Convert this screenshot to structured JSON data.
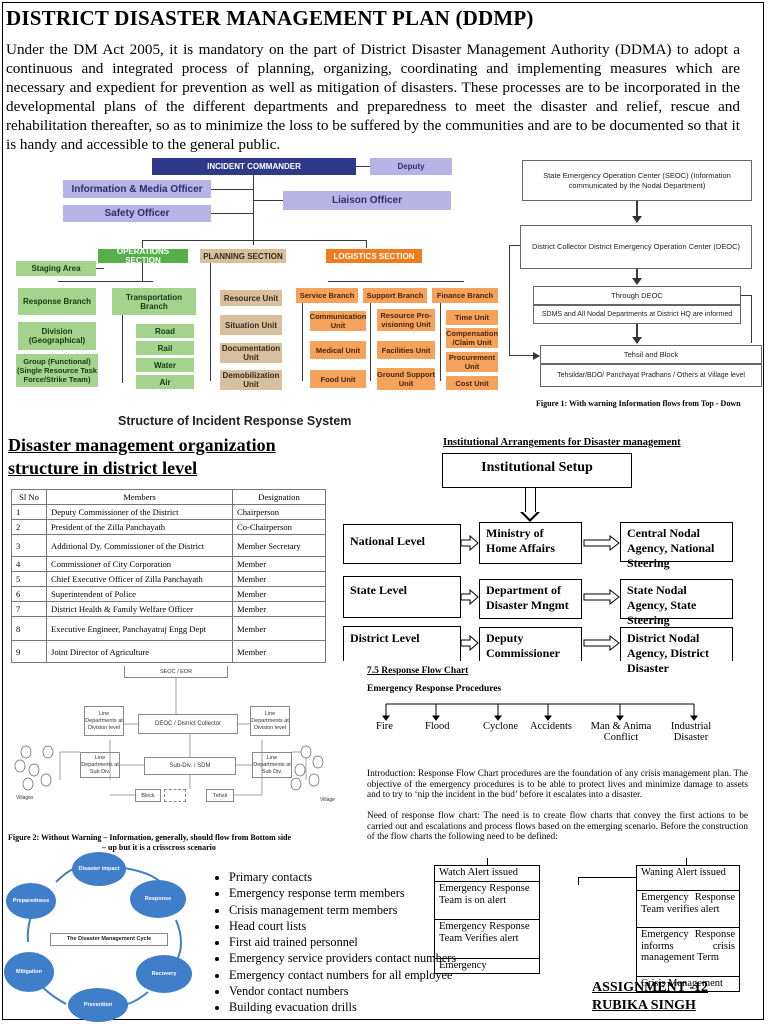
{
  "title": "DISTRICT DISASTER MANAGEMENT PLAN (DDMP)",
  "intro": "Under the DM Act 2005, it is mandatory on the part of District Disaster Management Authority (DDMA) to adopt a continuous and integrated process of planning, organizing, coordinating and implementing measures which are necessary and expedient for prevention as well as mitigation of disasters. These processes are to be incorporated in the developmental plans of the different departments and preparedness to meet the disaster and relief, rescue and rehabilitation thereafter, so as to minimize the loss to be suffered by the communities and are to be documented so that it is handy and accessible to the general public.",
  "ics": {
    "incident_commander": "INCIDENT COMMANDER",
    "deputy": "Deputy",
    "info_media": "Information & Media Officer",
    "liaison": "Liaison Officer",
    "safety": "Safety Officer",
    "operations": "OPERATIONS SECTION",
    "planning": "PLANNING SECTION",
    "logistics": "LOGISTICS SECTION",
    "staging": "Staging Area",
    "response_branch": "Response Branch",
    "transport_branch": "Transportation Branch",
    "division": "Division (Geographical)",
    "group": "Group (Functional) (Single Resource Task Force/Strike Team)",
    "road": "Road",
    "rail": "Rail",
    "water": "Water",
    "air": "Air",
    "resource_unit": "Resource Unit",
    "situation_unit": "Situation Unit",
    "documentation_unit": "Documentation Unit",
    "demob_unit": "Demobilization Unit",
    "service_branch": "Service Branch",
    "support_branch": "Support Branch",
    "finance_branch": "Finance Branch",
    "communication_unit": "Communication Unit",
    "medical_unit": "Medical Unit",
    "food_unit": "Food Unit",
    "resource_prov": "Resource Pro-visioning Unit",
    "facilities_unit": "Facilities Unit",
    "ground_support": "Ground Support Unit",
    "time_unit": "Time Unit",
    "compensation": "Compensation /Claim Unit",
    "procurement": "Procurement Unit",
    "cost_unit": "Cost Unit",
    "caption": "Structure of Incident Response System"
  },
  "fig1": {
    "seoc": "State Emergency Operation Center (SEOC) (Information communicated by the Nodal Department)",
    "collector": "District Collector District Emergency Operation Center (DEOC)",
    "through": "Through DEOC",
    "sdms": "SDMS  and All Nodal Departments at District HQ are informed",
    "tehsil": "Tehsil and Block",
    "tehsildar": "Tehsildar/BDO/ Panchayat Pradhans / Others at Village level",
    "caption": "Figure 1: With warning Information flows from Top - Down"
  },
  "org": {
    "heading_line1": "Disaster management organization",
    "heading_line2": "structure in district level",
    "headers": [
      "Sl No",
      "Members",
      "Designation"
    ],
    "rows": [
      [
        "1",
        "Deputy Commissioner of the District",
        "Chairperson"
      ],
      [
        "2",
        "President of the Zilla Panchayath",
        "Co-Chairperson"
      ],
      [
        "3",
        "Additional Dy. Commissioner of  the District",
        "Member Secretary"
      ],
      [
        "4",
        "Commissioner of City Corporation",
        "Member"
      ],
      [
        "5",
        "Chief Executive Officer of Zilla Panchayath",
        "Member"
      ],
      [
        "6",
        "Superintendent of Police",
        "Member"
      ],
      [
        "7",
        "District Health & Family Welfare Officer",
        "Member"
      ],
      [
        "8",
        "Executive Engineer, Panchayatraj Engg Dept",
        "Member"
      ],
      [
        "9",
        "Joint Director of Agriculture",
        "Member"
      ]
    ]
  },
  "inst": {
    "title": "Institutional Arrangements for Disaster management",
    "setup": "Institutional Setup",
    "national": "National Level",
    "state": "State Level",
    "district": "District Level",
    "ministry": "Ministry of Home Affairs",
    "department": "Department of Disaster Mngmt",
    "deputy_comm": "Deputy Commissioner",
    "central": "Central Nodal Agency, National Steering",
    "state_nodal": "State Nodal Agency, State Steering",
    "district_nodal": "District Nodal Agency, District Disaster"
  },
  "fig2": {
    "seoc": "SEOC / EOR",
    "line_div_left": "Line Departments at Division level",
    "deoc": "DEOC / District Collector",
    "line_div_right": "Line Departments at Division level",
    "line_sub_left": "Line Departments at Sub Div.",
    "subdiv": "Sub-Div. / SDM",
    "line_sub_right": "Line Departments at Sub Div.",
    "block": "Block",
    "tehsil": "Tehsil",
    "villages_left": "Villages",
    "villages_right": "Village",
    "caption_line1": "Figure 2: Without Warning – Information, generally, should flow from Bottom side",
    "caption_line2": "– up but it is a crisscross scenario"
  },
  "response": {
    "title": "7.5 Response Flow Chart",
    "subtitle": "Emergency Response Procedures",
    "items": [
      "Fire",
      "Flood",
      "Cyclone",
      "Accidents",
      "Man & Anima Conflict",
      "Industrial Disaster"
    ],
    "para1": "Introduction: Response Flow Chart procedures are the foundation of any crisis management plan. The objective of the emergency procedures is to be able to protect lives and minimize damage to assets and to try to ‘nip the incident in the bud’ before it escalates into a disaster.",
    "para2": "Need of response flow chart: The need is to create flow charts that convey the first actions to be carried out and escalations and process flows based on the emerging scenario. Before the construction of the flow charts the following need to be defined:"
  },
  "cycle": {
    "title": "The Disaster Management Cycle",
    "impact": "Disaster impact",
    "response": "Response",
    "recovery": "Recovery",
    "prevention": "Prevention",
    "mitigation": "Mitigation",
    "preparedness": "Preparedness"
  },
  "contacts": [
    "Primary contacts",
    "Emergency response term members",
    "Crisis management term members",
    "Head court lists",
    "First aid trained personnel",
    "Emergency service providers contact numbers",
    "Emergency contact  numbers for all employee",
    "Vendor contact numbers",
    "Building evacuation drills"
  ],
  "watch": [
    "Watch Alert issued",
    "Emergency Response Team is on alert",
    "Emergency Response Team Verifies alert",
    "Emergency"
  ],
  "warning": [
    "Waning Alert issued",
    "Emergency Response Team verifies alert",
    "Emergency Response informs crisis management Term",
    "Crisis Management"
  ],
  "assignment": "ASSIGNMENT -12",
  "author": "RUBIKA SINGH"
}
